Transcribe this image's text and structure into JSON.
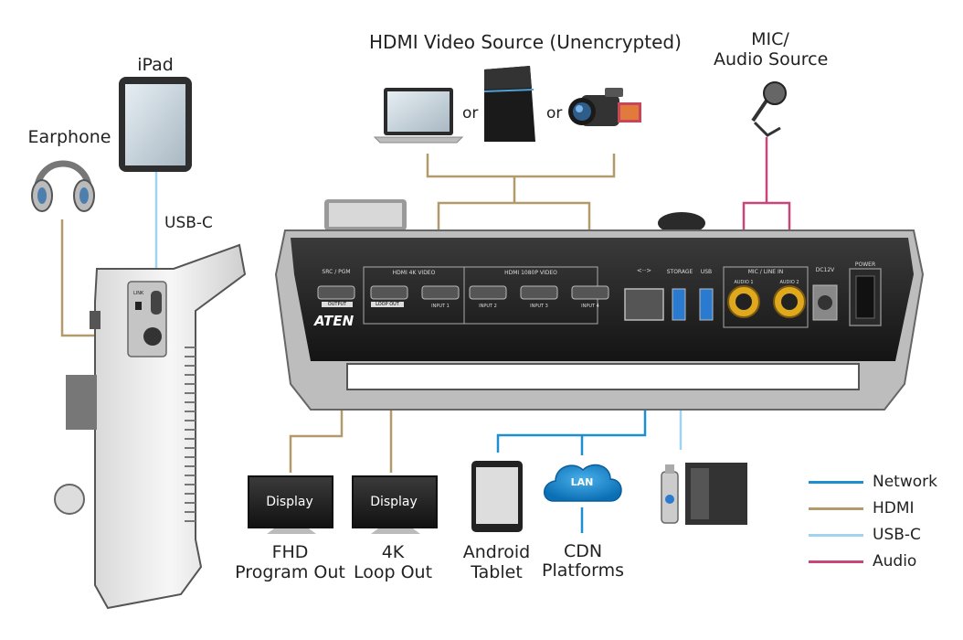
{
  "labels": {
    "hdmi_source": "HDMI Video Source (Unencrypted)",
    "or1": "or",
    "or2": "or",
    "mic_line1": "MIC/",
    "mic_line2": "Audio Source",
    "ipad": "iPad",
    "earphone": "Earphone",
    "usbc": "USB-C",
    "fhd_line1": "FHD",
    "fhd_line2": "Program Out",
    "k4_line1": "4K",
    "k4_line2": "Loop Out",
    "android_line1": "Android",
    "android_line2": "Tablet",
    "cdn_line1": "CDN",
    "cdn_line2": "Platforms",
    "display1": "Display",
    "display2": "Display",
    "lan": "LAN"
  },
  "device_panel": {
    "brand": "ATEN",
    "src_pgm": "SRC / PGM",
    "output": "OUTPUT",
    "hdmi4k": "HDMI 4K VIDEO",
    "loop_out": "LOOP OUT",
    "input1": "INPUT 1",
    "hdmi1080": "HDMI 1080P VIDEO",
    "input2": "INPUT 2",
    "input3": "INPUT 3",
    "input4": "INPUT 4",
    "net_symbol": "<··>",
    "storage": "STORAGE",
    "usb": "USB",
    "mic_line_in": "MIC / LINE IN",
    "audio1": "AUDIO 1",
    "audio2": "AUDIO 2",
    "dc12v": "DC12V",
    "power": "POWER",
    "link": "LINK"
  },
  "legend": [
    {
      "label": "Network",
      "color": "#1c8fd0"
    },
    {
      "label": "HDMI",
      "color": "#b39a6a"
    },
    {
      "label": "USB-C",
      "color": "#9fd3ee"
    },
    {
      "label": "Audio",
      "color": "#c8467a"
    }
  ]
}
